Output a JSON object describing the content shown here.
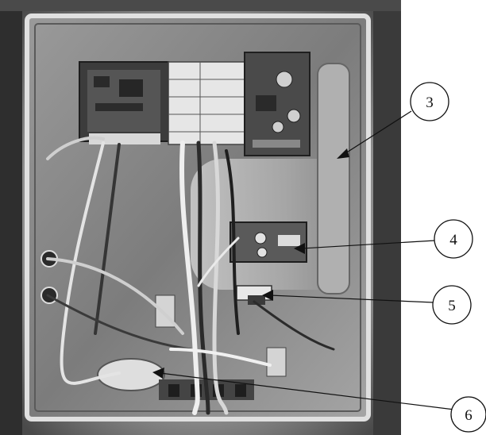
{
  "photo": {
    "subject": "electrical-enclosure-interior"
  },
  "callouts": [
    {
      "id": "c3",
      "label": "3"
    },
    {
      "id": "c4",
      "label": "4"
    },
    {
      "id": "c5",
      "label": "5"
    },
    {
      "id": "c6",
      "label": "6"
    }
  ],
  "colors": {
    "background": "#ffffff",
    "photo_dark": "#3a3a3a",
    "photo_mid": "#8a8a8a",
    "photo_light": "#d0d0d0",
    "ink": "#111111"
  }
}
